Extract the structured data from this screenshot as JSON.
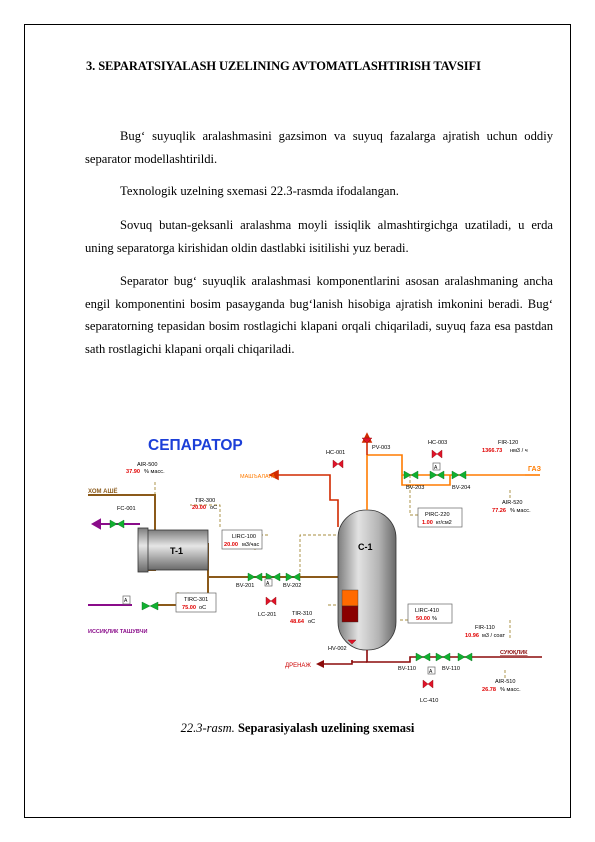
{
  "heading": "3. SEPARATSIYALASH UZELINING  AVTOMATLASHTIRISH TAVSIFI",
  "paragraphs": [
    "Bug‘ suyuqlik aralashmasini gazsimon va suyuq fazalarga ajratish uchun oddiy separator modellashtirildi.",
    "Texnologik uzelning sxemasi 22.3-rasmda ifodalangan.",
    "Sovuq butan-geksanli aralashma moyli issiqlik almashtirgichga uzatiladi, u erda uning separatorga kirishidan oldin dastlabki isitilishi yuz beradi.",
    "Separator bug‘ suyuqlik aralashmasi komponentlarini asosan aralashmaning ancha engil komponentini bosim pasayganda bug‘lanish hisobiga ajratish imkonini beradi. Bug‘ separatorning tepasidan bosim rostlagichi klapani orqali chiqariladi, suyuq faza esa pastdan sath rostlagichi klapani orqali chiqariladi."
  ],
  "diagram": {
    "title": "СЕПАРАТОР",
    "vessel_c1": "C-1",
    "exchanger_t1": "T-1",
    "stream_feed": "ХОМ АШЁ",
    "stream_flare": "МАШЪАЛАГА",
    "stream_gas": "ГАЗ",
    "stream_drain": "ДРЕНАЖ",
    "stream_product": "СУЮҚЛИК",
    "stream_heat": "ИССИҚЛИК ТАШУВЧИ",
    "air500": {
      "tag": "AIR-500",
      "value": "37.90",
      "unit": "% масс."
    },
    "fc": "FC-001",
    "tir300": {
      "tag": "TIR-300",
      "value": "20.00",
      "unit": "оС"
    },
    "lirc100": {
      "tag": "LIRC-100",
      "value": "20.00",
      "unit": "м3/час"
    },
    "bv201": "BV-201",
    "bv202": "BV-202",
    "lc201": "LC-201",
    "tirc301": {
      "tag": "TIRC-301",
      "value": "75.00",
      "unit": "оС"
    },
    "tir310": {
      "tag": "TIR-310",
      "value": "48.64",
      "unit": "оС"
    },
    "hc001": "HC-001",
    "pv003": "PV-003",
    "hc003": "HC-003",
    "fir120": {
      "tag": "FIR-120",
      "value": "1366.73",
      "unit": "нм3 / ч"
    },
    "bv203": "BV-203",
    "bv204": "BV-204",
    "pirc220": {
      "tag": "PIRC-220",
      "value": "1.00",
      "unit": "кг/см2"
    },
    "air520": {
      "tag": "AIR-520",
      "value": "77.26",
      "unit": "% масс."
    },
    "lirc410": {
      "tag": "LIRC-410",
      "value": "50.00",
      "unit": "%"
    },
    "fir110": {
      "tag": "FIR-110",
      "value": "10.96",
      "unit": "м3 / сoат"
    },
    "bv110a": "BV-110",
    "bv110b": "BV-110",
    "lc410": "LC-410",
    "hv002": "HV-002",
    "air510": {
      "tag": "AIR-510",
      "value": "26.78",
      "unit": "% масс."
    },
    "a_label": "A"
  },
  "caption": {
    "number": "22.3-rasm.",
    "title": "Separasiyalash uzelining sxemasi"
  }
}
